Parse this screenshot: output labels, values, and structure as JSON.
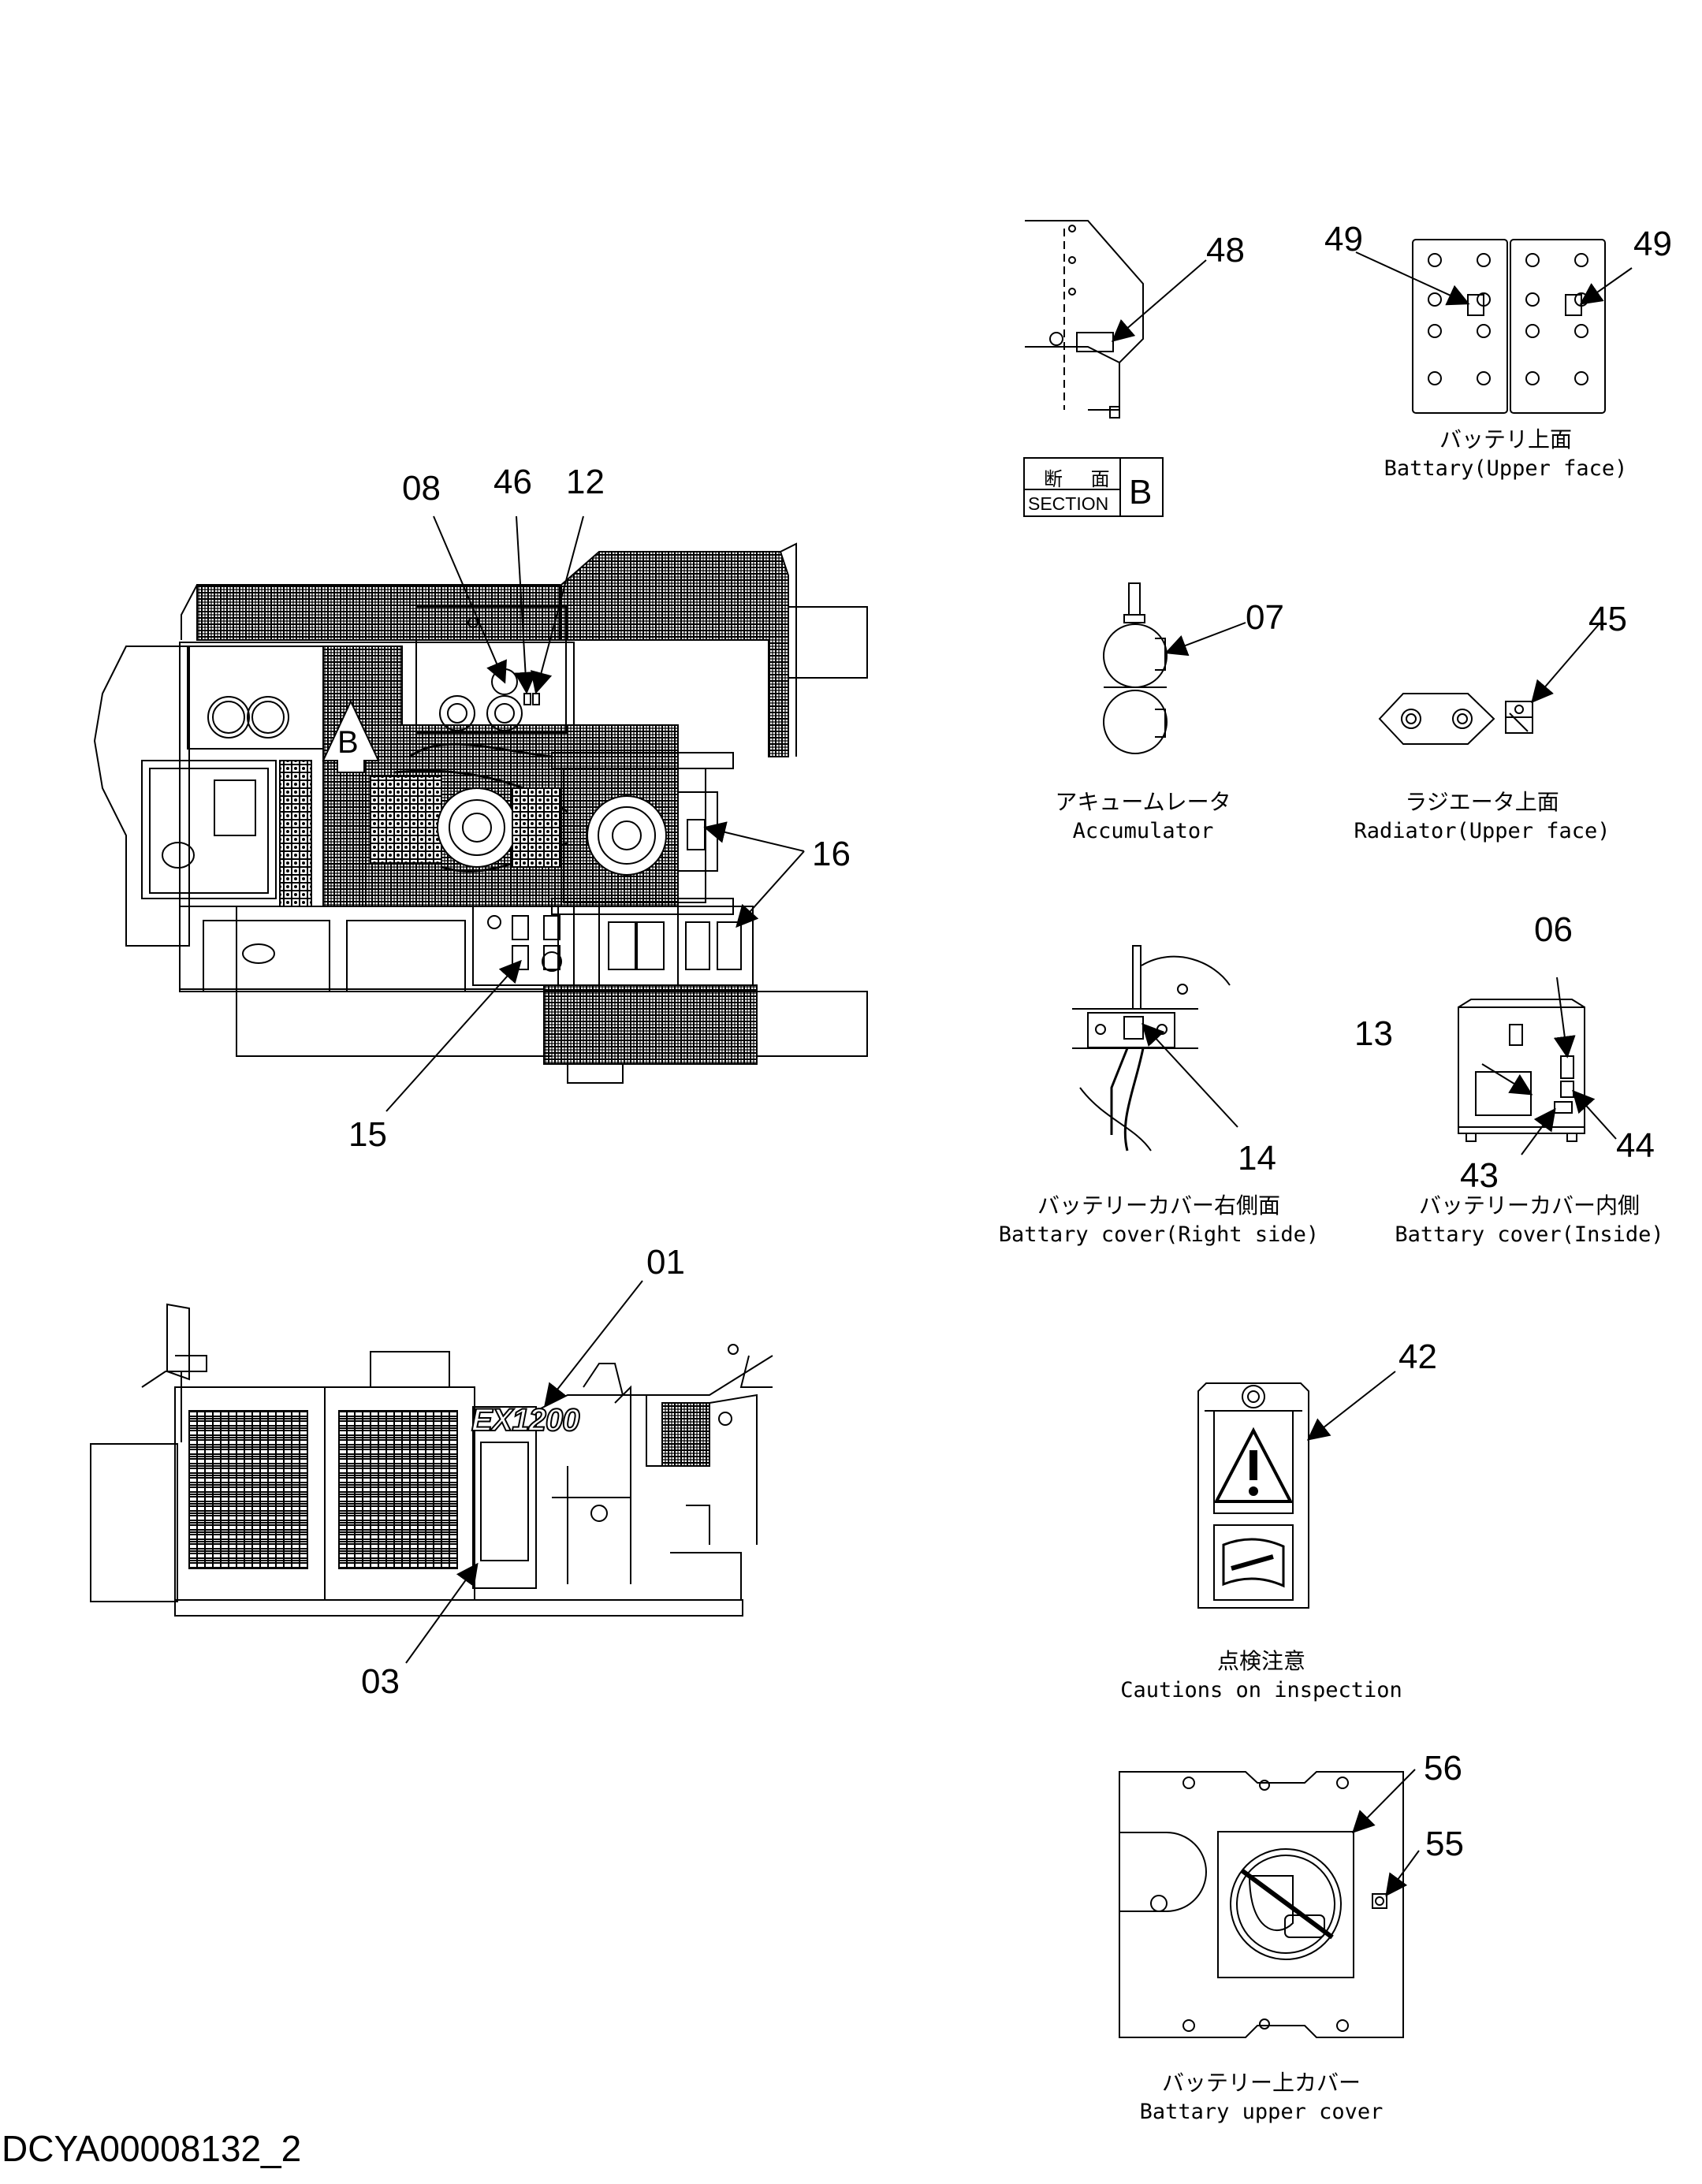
{
  "callouts": {
    "n01": "01",
    "n03": "03",
    "n06": "06",
    "n07": "07",
    "n08": "08",
    "n12": "12",
    "n13": "13",
    "n14": "14",
    "n15": "15",
    "n16": "16",
    "n42": "42",
    "n43": "43",
    "n44": "44",
    "n45": "45",
    "n46": "46",
    "n48": "48",
    "n49a": "49",
    "n49b": "49",
    "n55": "55",
    "n56": "56"
  },
  "section": {
    "ja": "断 面",
    "en": "SECTION",
    "letter": "B"
  },
  "view_marker": "B",
  "machine_logo": "EX1200",
  "captions": {
    "battery_upper_face": {
      "ja": "バッテリ上面",
      "en": "Battary(Upper face)"
    },
    "accumulator": {
      "ja": "アキュームレータ",
      "en": "Accumulator"
    },
    "radiator_upper_face": {
      "ja": "ラジエータ上面",
      "en": "Radiator(Upper face)"
    },
    "battery_cover_right": {
      "ja": "バッテリーカバー右側面",
      "en": "Battary cover(Right side)"
    },
    "battery_cover_inside": {
      "ja": "バッテリーカバー内側",
      "en": "Battary cover(Inside)"
    },
    "cautions": {
      "ja": "点検注意",
      "en": "Cautions on inspection"
    },
    "battery_upper_cover": {
      "ja": "バッテリー上カバー",
      "en": "Battary upper cover"
    }
  },
  "document_id": "DCYA00008132_2"
}
